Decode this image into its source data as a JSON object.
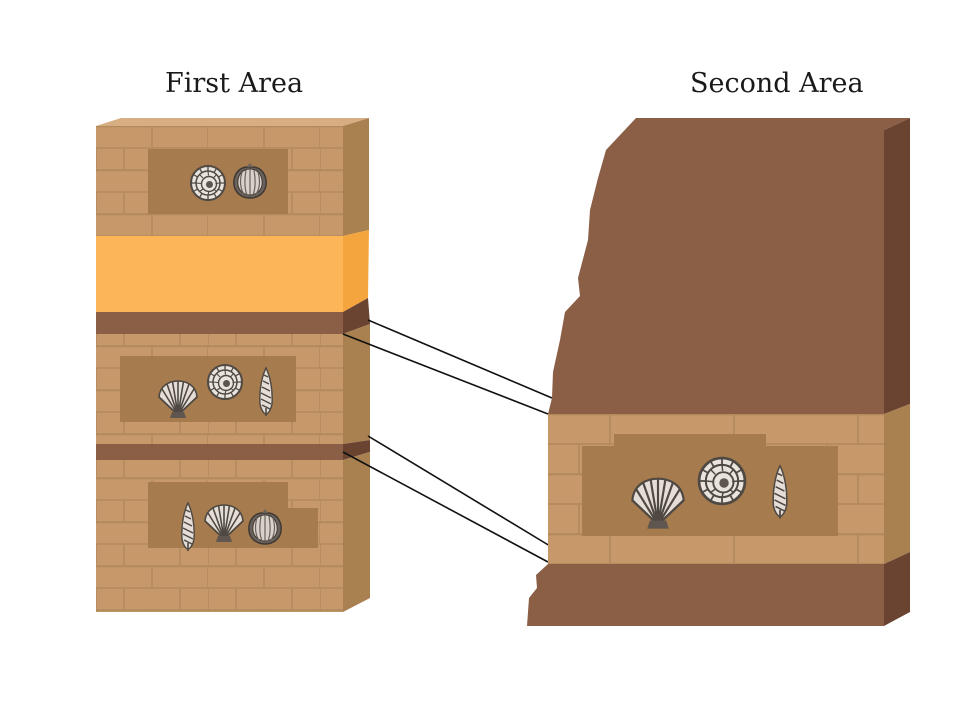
{
  "titles": {
    "first_area": "First Area",
    "second_area": "Second Area"
  },
  "colors": {
    "limestone": "#C7986A",
    "limestone_dark": "#A67C4E",
    "limestone_side": "#A9804F",
    "mortar": "#B38A5C",
    "sandstone": "#FDB657",
    "sandstone_side": "#F5A53E",
    "shale": "#8B5E46",
    "shale_side": "#6A4431",
    "fossil": "#5E564F",
    "connector": "#111111"
  },
  "fossils": {
    "first_area_upper": [
      "ammonite",
      "brachiopod"
    ],
    "first_area_middle": [
      "scallop",
      "ammonite",
      "gastropod"
    ],
    "first_area_lower": [
      "gastropod",
      "scallop",
      "brachiopod"
    ],
    "second_area_limestone": [
      "scallop",
      "ammonite",
      "gastropod"
    ]
  }
}
